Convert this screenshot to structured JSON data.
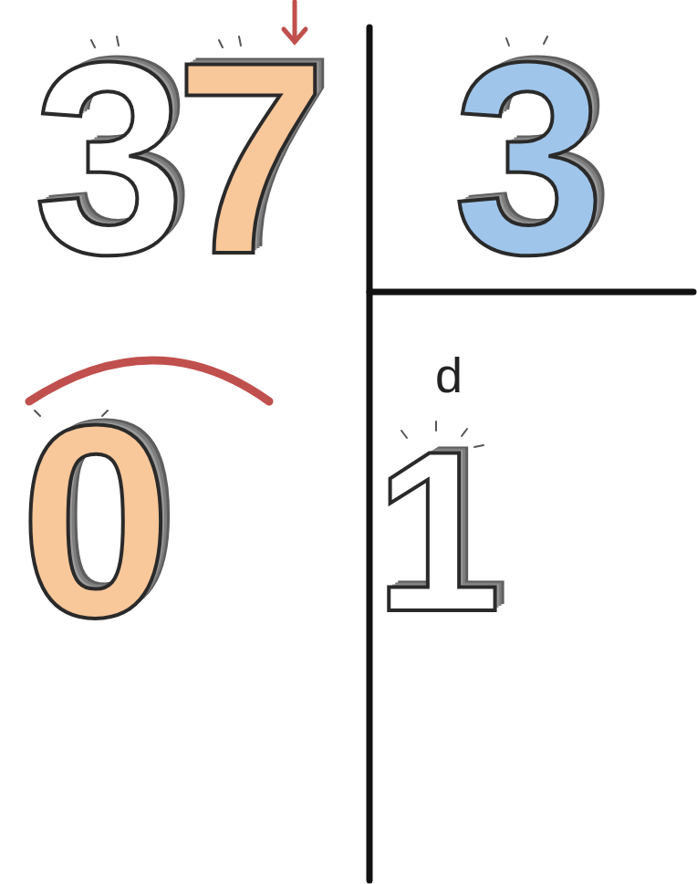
{
  "diagram": {
    "labels": [
      "3",
      "7",
      "3",
      "0",
      "d",
      "1"
    ]
  }
}
